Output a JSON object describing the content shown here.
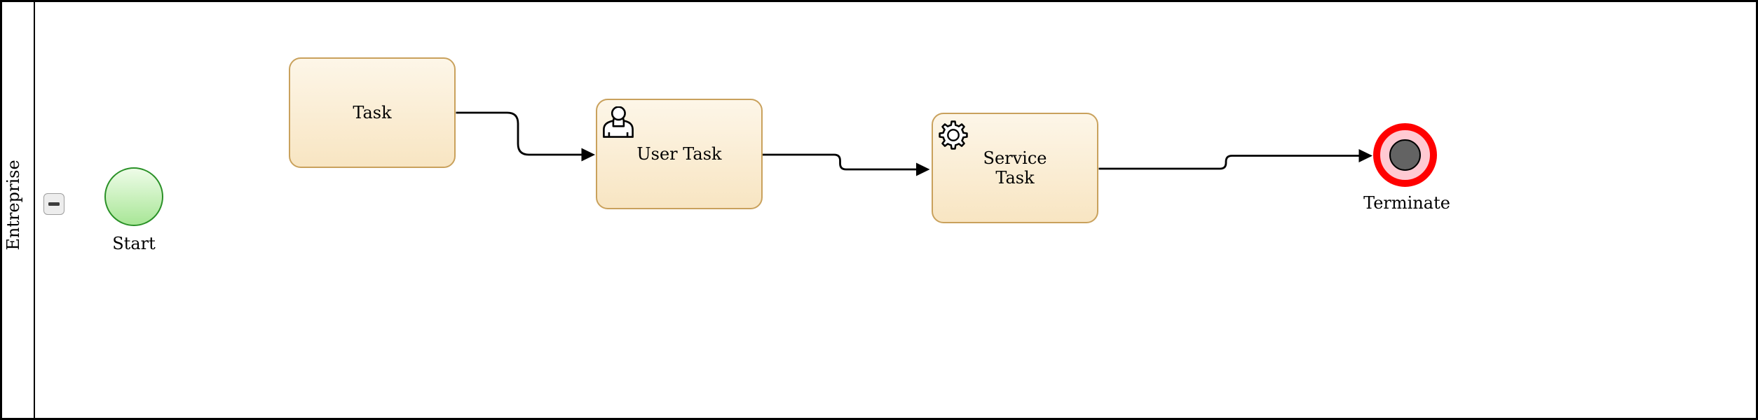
{
  "diagram_type": "BPMN process diagram",
  "pool": {
    "label": "Entreprise",
    "collapse_icon": "minus-icon"
  },
  "nodes": {
    "start": {
      "kind": "start-event",
      "label": "Start"
    },
    "task": {
      "kind": "task",
      "label": "Task"
    },
    "userTask": {
      "kind": "user-task",
      "label": "User Task",
      "icon": "user-icon",
      "lines": [
        "User Task"
      ]
    },
    "serviceTask": {
      "kind": "service-task",
      "label": "Service Task",
      "icon": "gear-icon",
      "lines": [
        "Service",
        "Task"
      ]
    },
    "terminate": {
      "kind": "terminate-end-event",
      "label": "Terminate"
    }
  },
  "flows": [
    {
      "from": "task",
      "to": "userTask"
    },
    {
      "from": "userTask",
      "to": "serviceTask"
    },
    {
      "from": "serviceTask",
      "to": "terminate"
    }
  ],
  "colors": {
    "task_fill_top": "#fdf6e8",
    "task_fill_bottom": "#f8e5c2",
    "task_border": "#c9a15c",
    "start_fill_top": "#eefce8",
    "start_fill_bottom": "#a8e696",
    "start_border": "#2a9127",
    "terminate_ring": "#ff0000",
    "terminate_fill": "#ffc9d2",
    "terminate_inner": "#636363",
    "edge": "#000000"
  }
}
